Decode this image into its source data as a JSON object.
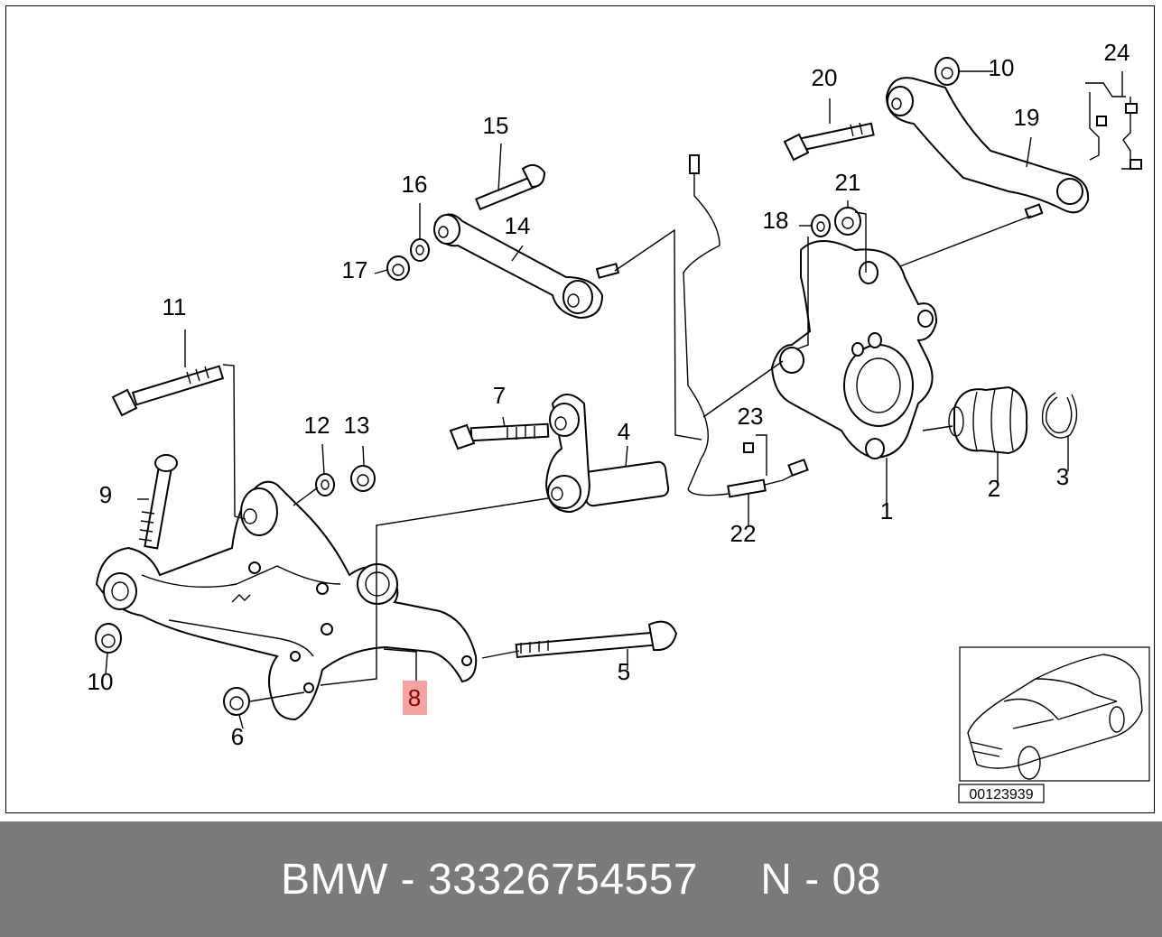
{
  "diagram": {
    "callouts": [
      {
        "id": "1",
        "label": "1"
      },
      {
        "id": "2",
        "label": "2"
      },
      {
        "id": "3",
        "label": "3"
      },
      {
        "id": "4",
        "label": "4"
      },
      {
        "id": "5",
        "label": "5"
      },
      {
        "id": "6",
        "label": "6"
      },
      {
        "id": "7",
        "label": "7"
      },
      {
        "id": "8",
        "label": "8",
        "highlighted": true
      },
      {
        "id": "9",
        "label": "9"
      },
      {
        "id": "10a",
        "label": "10"
      },
      {
        "id": "10b",
        "label": "10"
      },
      {
        "id": "11",
        "label": "11"
      },
      {
        "id": "12",
        "label": "12"
      },
      {
        "id": "13",
        "label": "13"
      },
      {
        "id": "14",
        "label": "14"
      },
      {
        "id": "15",
        "label": "15"
      },
      {
        "id": "16",
        "label": "16"
      },
      {
        "id": "17",
        "label": "17"
      },
      {
        "id": "18",
        "label": "18"
      },
      {
        "id": "19",
        "label": "19"
      },
      {
        "id": "20",
        "label": "20"
      },
      {
        "id": "21",
        "label": "21"
      },
      {
        "id": "22",
        "label": "22"
      },
      {
        "id": "23",
        "label": "23"
      },
      {
        "id": "24",
        "label": "24"
      }
    ],
    "image_code": "00123939",
    "highlight_color": "#f4a3a3"
  },
  "footer": {
    "text": "BMW - 33326754557     N - 08",
    "background": "#7a7a7a"
  }
}
